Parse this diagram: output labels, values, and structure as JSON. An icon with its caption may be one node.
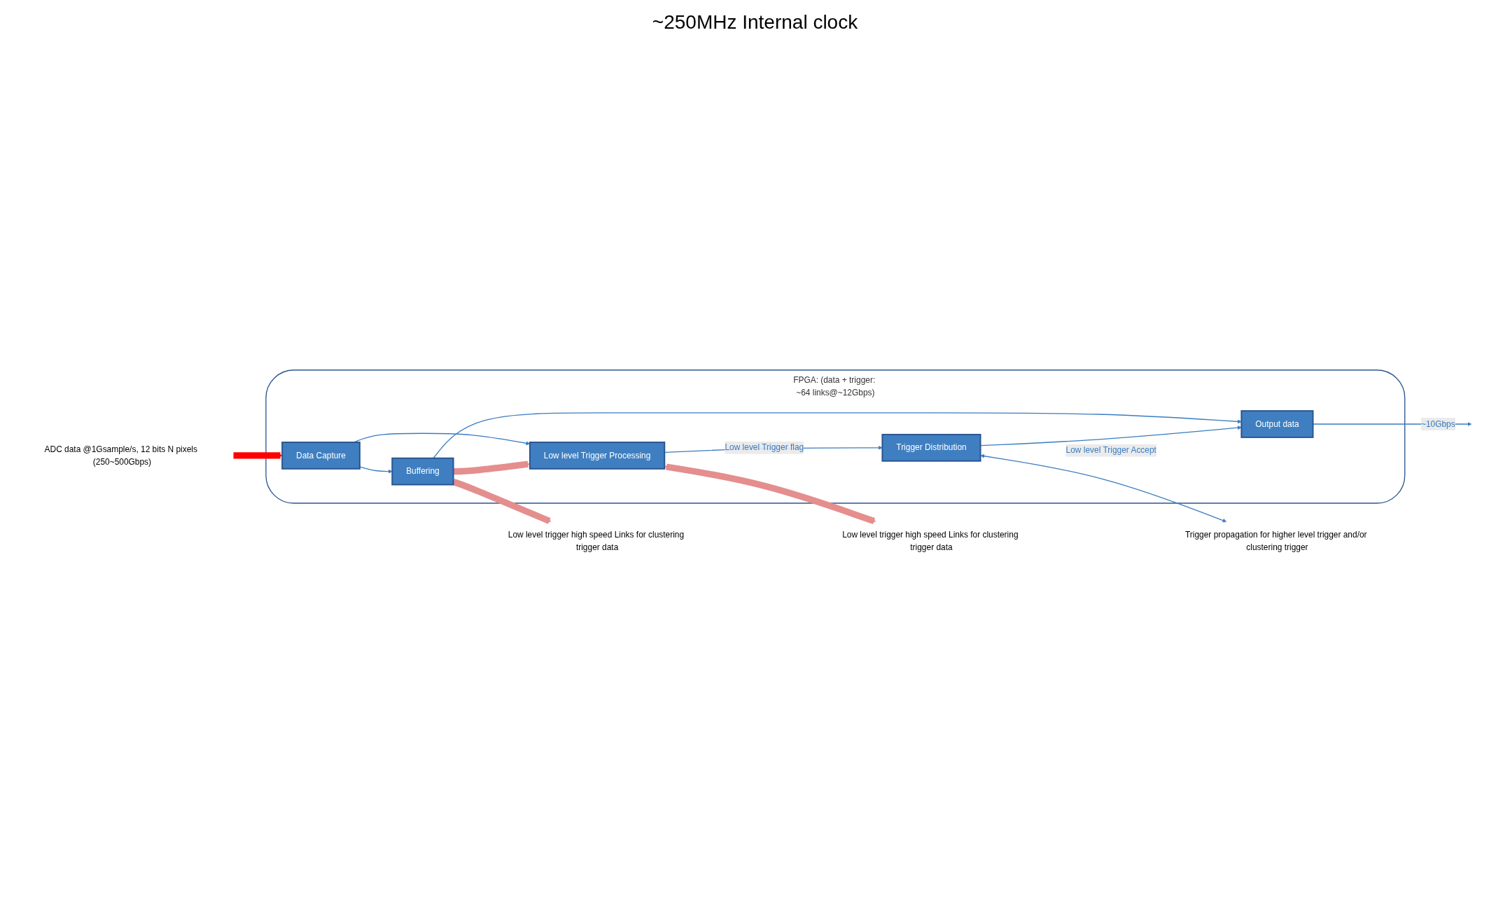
{
  "diagram": {
    "nodes": [
      {
        "text": [
          "FPGA: (data + trigger: ~64 links@~12Gbps)"
        ]
      },
      {
        "text": [
          "Data Capture"
        ],
        "in": 0
      },
      {
        "text": [
          "Buffering"
        ],
        "in": 0
      },
      {
        "text": [
          "Output data"
        ],
        "in": 0
      },
      {
        "text": [
          "Low level Trigger Processing"
        ],
        "in": 0
      },
      {
        "text": [
          "Trigger Distribution"
        ],
        "in": 0
      },
      {
        "text": [
          "ADC data @1Gsample/s, 12 bits N pixels (250~500Gbps)"
        ]
      },
      {
        "text": [
          "Low level trigger high speed Links for clustering trigger data"
        ]
      },
      {
        "text": [
          "Low level trigger high speed Links for clustering trigger data"
        ]
      },
      {
        "text": [
          "Trigger propagation for higher level trigger and/or clustering trigger"
        ]
      }
    ],
    "edges": [
      {
        "from": 6,
        "to": 1,
        "arrow": "to",
        "style": "thick",
        "color": "#ff0000"
      },
      {
        "from": 1,
        "to": 2,
        "arrow": "to"
      },
      {
        "from": 1,
        "to": 4,
        "arrow": "to"
      },
      {
        "from": 2,
        "to": 3,
        "arrow": "to"
      },
      {
        "from": 2,
        "to": 7,
        "arrow": "to",
        "style": "thick",
        "color": "#e48e8e"
      },
      {
        "from": 2,
        "to": 4,
        "arrow": "to",
        "style": "thick",
        "color": "#e48e8e"
      },
      {
        "from": 4,
        "to": 8,
        "arrow": "both",
        "style": "thick",
        "color": "#e48e8e"
      },
      {
        "from": 4,
        "to": 5,
        "arrow": "to",
        "label": "Low level Trigger flag"
      },
      {
        "from": 5,
        "to": 3,
        "arrow": "to",
        "label": "Low level Trigger Accept"
      },
      {
        "from": 5,
        "to": 9,
        "arrow": "both"
      },
      {
        "from": 3,
        "to": null,
        "arrow": "to",
        "label": "~10Gbps"
      }
    ],
    "labels": [
      "~250MHz Internal clock"
    ]
  }
}
